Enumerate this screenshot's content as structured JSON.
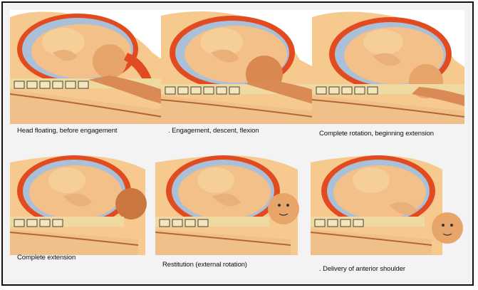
{
  "stages": [
    {
      "caption": "Head floating, before engagement"
    },
    {
      "caption": ". Engagement, descent, flexion"
    },
    {
      "caption": "Complete rotation, beginning extension"
    },
    {
      "caption": "Complete extension"
    },
    {
      "caption": "Restitution (external rotation)"
    },
    {
      "caption": ". Delivery of anterior shoulder"
    }
  ],
  "colors": {
    "skin": "#f6c98f",
    "skin_dark": "#e0a062",
    "uterus_wall": "#e24a1f",
    "amniotic": "#a9c0d8",
    "bone": "#f4e6b8",
    "soft_tissue": "#f2b487"
  }
}
